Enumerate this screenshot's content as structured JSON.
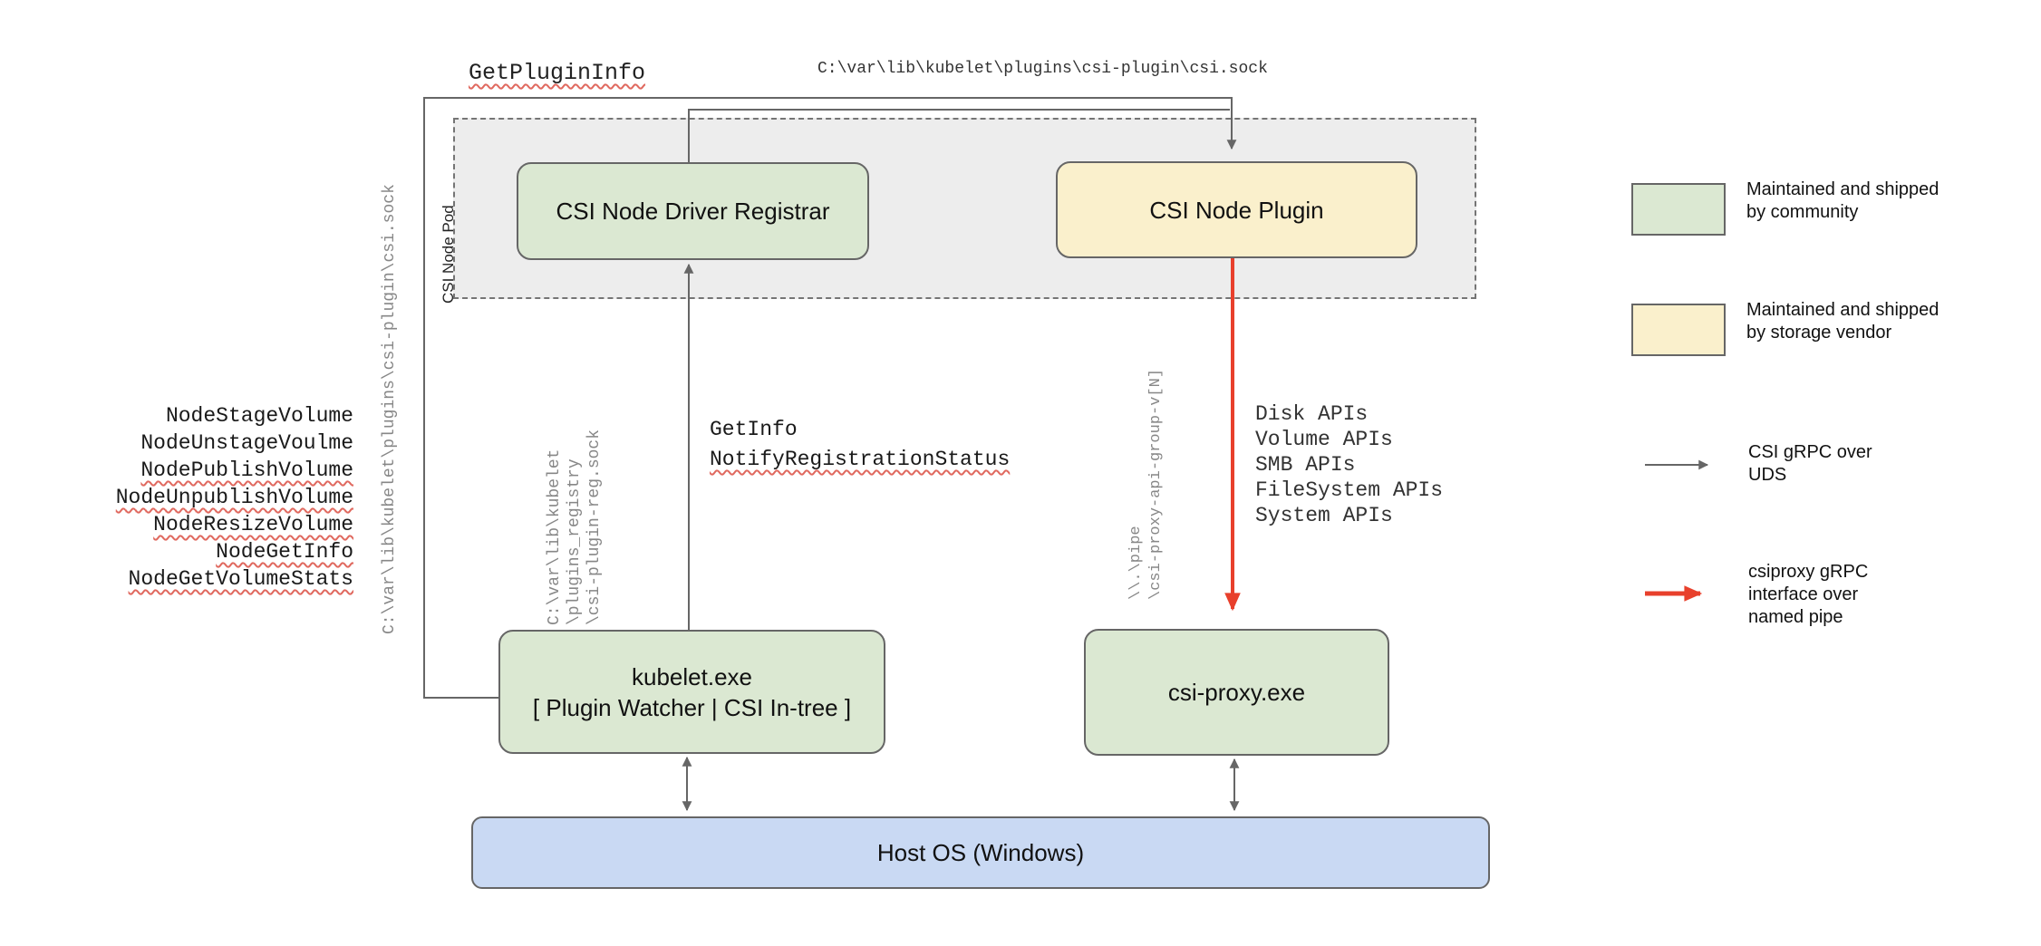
{
  "top": {
    "get_plugin_info": {
      "text": "GetPluginInfo",
      "squiggle": true
    },
    "csi_sock_path": "C:\\var\\lib\\kubelet\\plugins\\csi-plugin\\csi.sock"
  },
  "pod": {
    "label": "CSI Node Pod"
  },
  "boxes": {
    "registrar": "CSI Node Driver Registrar",
    "plugin": "CSI Node Plugin",
    "kubelet_line1": "kubelet.exe",
    "kubelet_line2": "[ Plugin Watcher | CSI In-tree ]",
    "csi_proxy": "csi-proxy.exe",
    "host_os": "Host OS (Windows)"
  },
  "left_calls": [
    {
      "text": "NodeStageVolume",
      "squiggle": false
    },
    {
      "text": "NodeUnstageVoulme",
      "squiggle": false
    },
    {
      "text": "NodePublishVolume",
      "squiggle": true
    },
    {
      "text": "NodeUnpublishVolume",
      "squiggle": true
    },
    {
      "text": "NodeResizeVolume",
      "squiggle": true
    },
    {
      "text": "NodeGetInfo",
      "squiggle": true
    },
    {
      "text": "NodeGetVolumeStats",
      "squiggle": true
    }
  ],
  "registration_calls": [
    {
      "text": "GetInfo",
      "squiggle": false
    },
    {
      "text": "NotifyRegistrationStatus",
      "squiggle": true
    }
  ],
  "vertical_labels": {
    "kubelet_csi_sock": "C:\\var\\lib\\kubelet\\plugins\\csi-plugin\\csi.sock",
    "registry_sock": [
      "C:\\var\\lib\\kubelet",
      "\\plugins_registry",
      "\\csi-plugin-reg.sock"
    ],
    "named_pipe": [
      "\\\\.\\pipe",
      "\\csi-proxy-api-group-v[N]"
    ]
  },
  "proxy_apis": [
    "Disk APIs",
    "Volume APIs",
    "SMB APIs",
    "FileSystem APIs",
    "System APIs"
  ],
  "legend": {
    "community": {
      "lines": [
        "Maintained and shipped",
        "by community"
      ]
    },
    "vendor": {
      "lines": [
        "Maintained and shipped",
        "by storage vendor"
      ]
    },
    "uds": {
      "lines": [
        "CSI gRPC over",
        "UDS"
      ]
    },
    "named_pipe": {
      "lines": [
        "csiproxy gRPC",
        "interface over",
        "named pipe"
      ]
    }
  },
  "colors": {
    "green-fill": "#dbe8d2",
    "yellow-fill": "#faf0cc",
    "blue-fill": "#c9d9f3",
    "pod-fill": "#ededed",
    "wire": "#666666",
    "red": "#e8402c",
    "squiggle": "#e0695f",
    "muted": "#878787",
    "ink": "#1a1a1a",
    "soft-ink": "#333333"
  }
}
